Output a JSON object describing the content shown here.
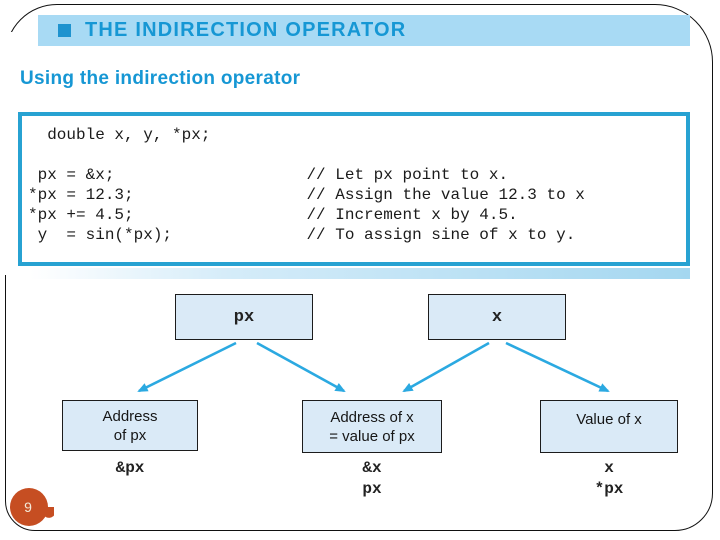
{
  "slide": {
    "title": "THE INDIRECTION OPERATOR",
    "subtitle": "Using the indirection operator",
    "page_number": "9"
  },
  "code": {
    "text": "  double x, y, *px;\n\n px = &x;                    // Let px point to x.\n*px = 12.3;                  // Assign the value 12.3 to x\n*px += 4.5;                  // Increment x by 4.5.\n y  = sin(*px);              // To assign sine of x to y."
  },
  "diagram": {
    "top_boxes": [
      {
        "label": "px"
      },
      {
        "label": "x"
      }
    ],
    "bottom_boxes": [
      {
        "line1": "Address",
        "line2": "of px"
      },
      {
        "line1": "Address of x",
        "line2": "= value of px"
      },
      {
        "line1": "Value of x",
        "line2": ""
      }
    ],
    "captions": [
      {
        "line1": "&px",
        "line2": ""
      },
      {
        "line1": "&x",
        "line2": "px"
      },
      {
        "line1": "x",
        "line2": "*px"
      }
    ]
  },
  "colors": {
    "accent_blue": "#1697d4",
    "header_bar_bg": "#a8daf4",
    "code_border": "#27a2d2",
    "box_fill": "#daeaf7",
    "arrow": "#2ba9e1",
    "page_blob": "#c64e22"
  }
}
